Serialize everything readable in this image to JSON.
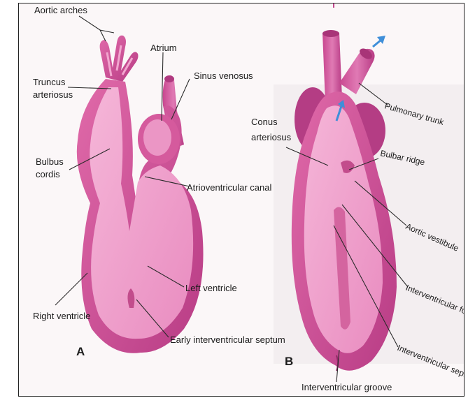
{
  "figure": {
    "panel_a": {
      "letter": "A",
      "labels": {
        "aortic_arches": "Aortic arches",
        "truncus_arteriosus_1": "Truncus",
        "truncus_arteriosus_2": "arteriosus",
        "atrium": "Atrium",
        "sinus_venosus": "Sinus venosus",
        "bulbus_cordis_1": "Bulbus",
        "bulbus_cordis_2": "cordis",
        "atrioventricular_canal": "Atrioventricular canal",
        "left_ventricle": "Left ventricle",
        "right_ventricle": "Right ventricle",
        "early_interventricular_septum": "Early interventricular septum"
      }
    },
    "panel_b": {
      "letter": "B",
      "labels": {
        "pulmonary_trunk": "Pulmonary trunk",
        "conus_arteriosus_1": "Conus",
        "conus_arteriosus_2": "arteriosus",
        "bulbar_ridge": "Bulbar ridge",
        "aortic_vestibule": "Aortic vestibule",
        "interventricular_foramen": "Interventricular foramen",
        "interventricular_septum": "Interventricular septum",
        "interventricular_groove": "Interventricular groove"
      }
    }
  },
  "colors": {
    "outer_wall": "#d4559c",
    "outer_wall_dark": "#b03a80",
    "inner_wall": "#e27bb6",
    "lumen": "#efa0cc",
    "arrow_blue": "#3f8fd9"
  }
}
